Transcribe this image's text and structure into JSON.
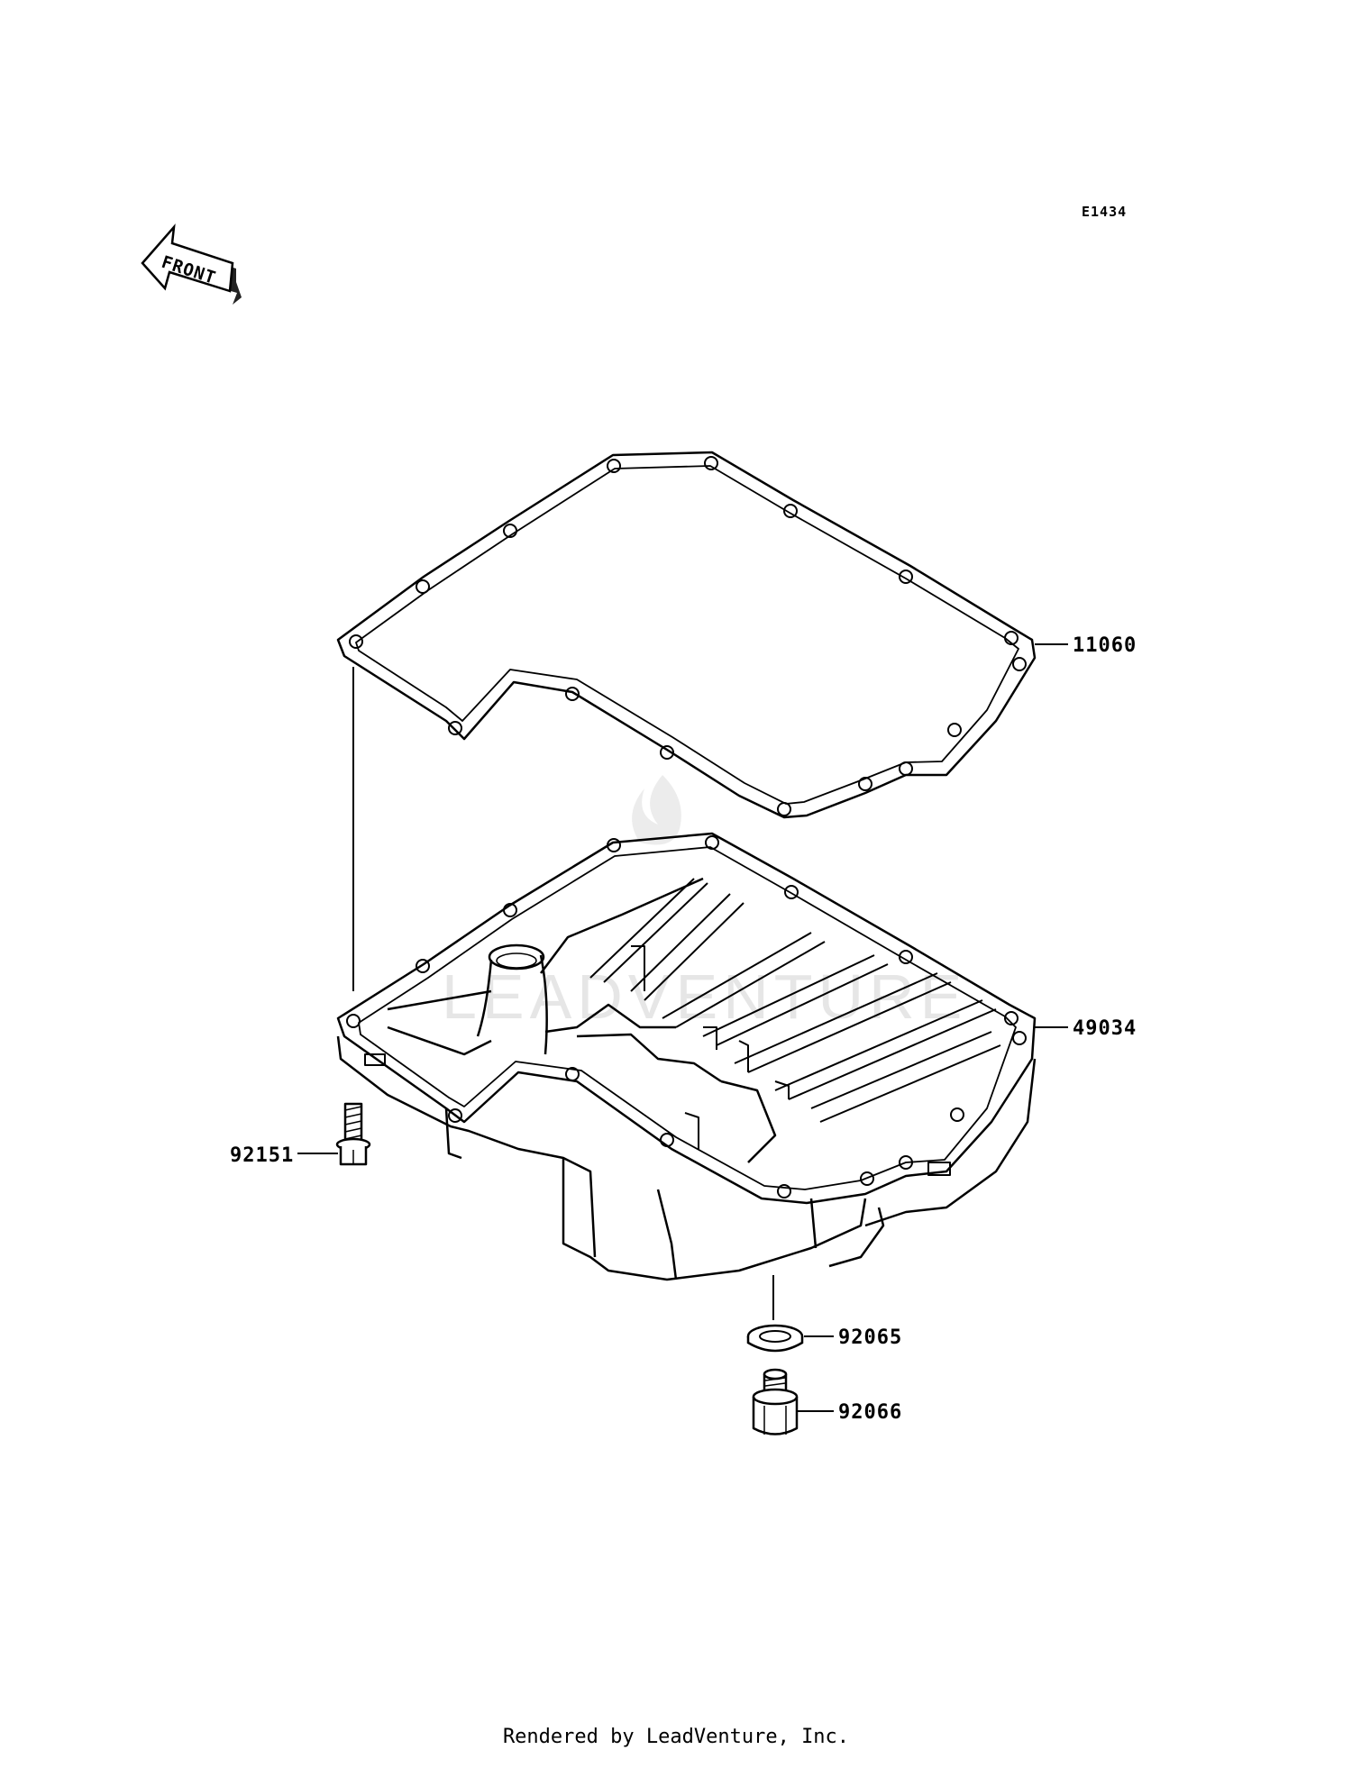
{
  "diagram": {
    "code": "E1434",
    "front_label": "FRONT",
    "watermark": "LEADVENTURE",
    "parts": [
      {
        "number": "11060",
        "name": "gasket"
      },
      {
        "number": "49034",
        "name": "oil-pan"
      },
      {
        "number": "92151",
        "name": "bolt"
      },
      {
        "number": "92065",
        "name": "washer"
      },
      {
        "number": "92066",
        "name": "drain-plug"
      }
    ]
  },
  "footer": {
    "text": "Rendered by LeadVenture, Inc."
  }
}
